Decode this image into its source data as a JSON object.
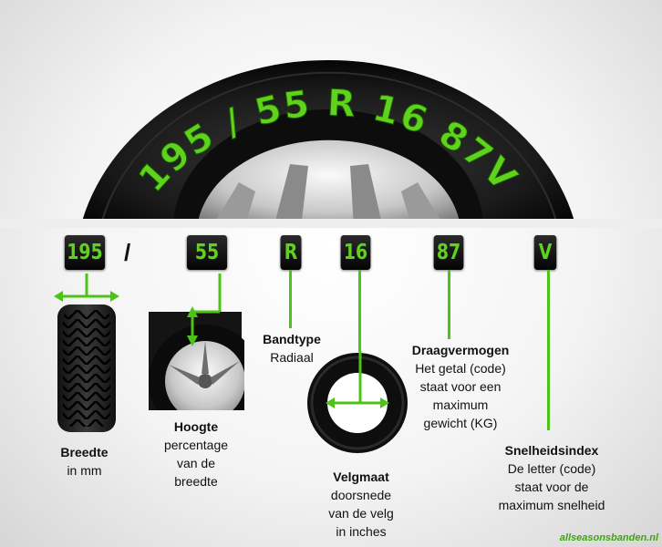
{
  "arc_text": "195 / 55 R 16 87V",
  "codes": {
    "width": "195",
    "slash": "/",
    "height": "55",
    "type": "R",
    "rim": "16",
    "load": "87",
    "speed": "V"
  },
  "labels": {
    "width": {
      "title": "Breedte",
      "lines": [
        "in mm"
      ]
    },
    "height": {
      "title": "Hoogte",
      "lines": [
        "percentage",
        "van de",
        "breedte"
      ]
    },
    "type": {
      "title": "Bandtype",
      "lines": [
        "Radiaal"
      ]
    },
    "rim": {
      "title": "Velgmaat",
      "lines": [
        "doorsnede",
        "van de velg",
        "in inches"
      ]
    },
    "load": {
      "title": "Draagvermogen",
      "lines": [
        "Het getal (code)",
        "staat voor een",
        "maximum",
        "gewicht (KG)"
      ]
    },
    "speed": {
      "title": "Snelheidsindex",
      "lines": [
        "De letter (code)",
        "staat voor de",
        "maximum snelheid"
      ]
    }
  },
  "watermark": "allseasonsbanden.nl",
  "colors": {
    "accent_green": "#5fd31c",
    "line_green": "#4cc417",
    "badge_bg": "#111111"
  }
}
